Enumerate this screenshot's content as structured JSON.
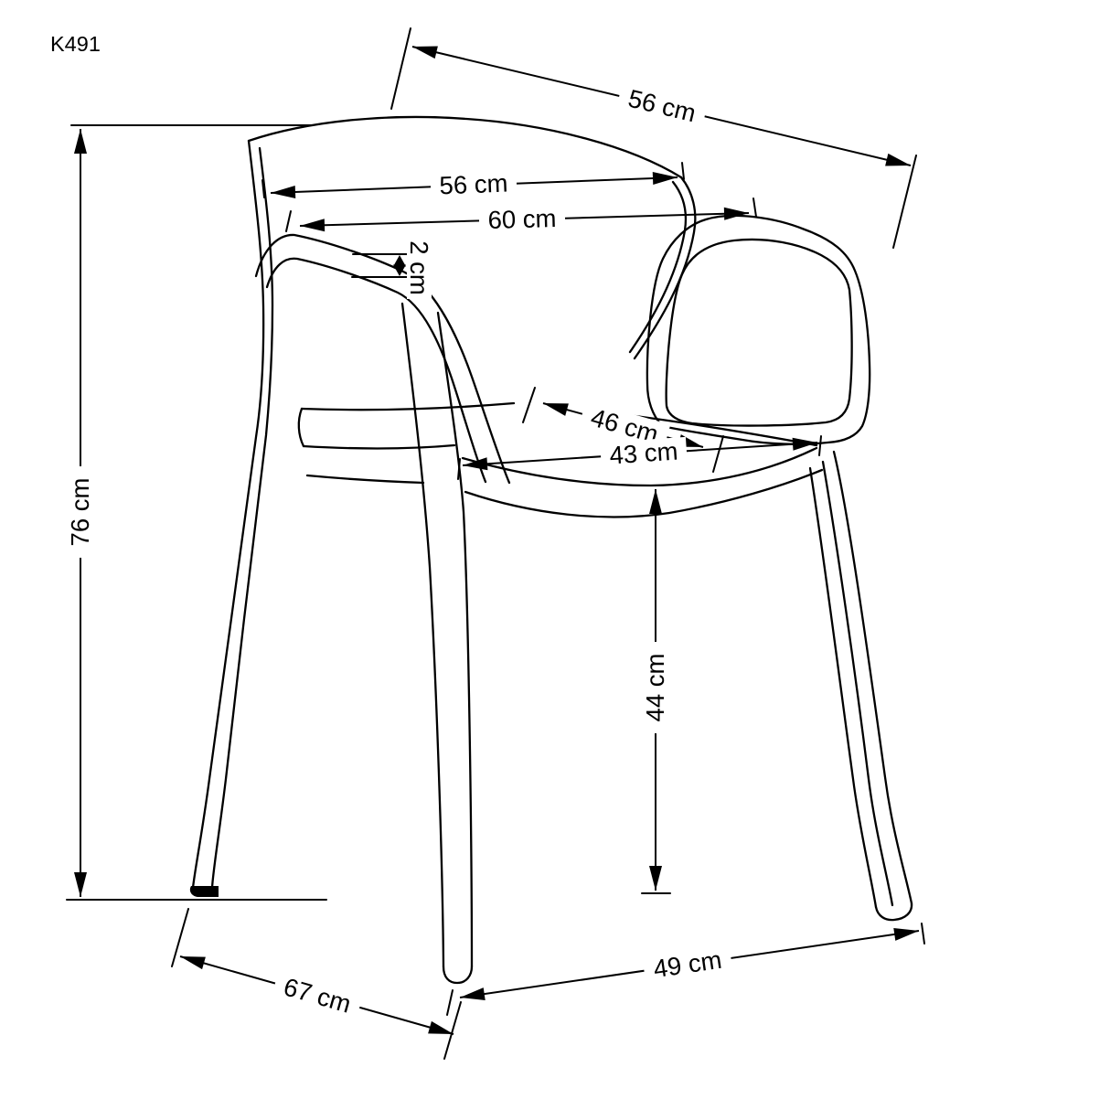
{
  "page": {
    "model_label": "K491",
    "background_color": "#ffffff",
    "line_color": "#000000"
  },
  "dimensions": {
    "overall_height": {
      "label": "76 cm",
      "value": 76,
      "unit": "cm"
    },
    "backrest_top_width": {
      "label": "56 cm",
      "value": 56,
      "unit": "cm"
    },
    "backrest_width": {
      "label": "56 cm",
      "value": 56,
      "unit": "cm"
    },
    "overall_width": {
      "label": "60 cm",
      "value": 60,
      "unit": "cm"
    },
    "armrest_thickness": {
      "label": "2 cm",
      "value": 2,
      "unit": "cm"
    },
    "seat_depth": {
      "label": "46 cm",
      "value": 46,
      "unit": "cm"
    },
    "seat_width": {
      "label": "43 cm",
      "value": 43,
      "unit": "cm"
    },
    "seat_height": {
      "label": "44 cm",
      "value": 44,
      "unit": "cm"
    },
    "base_depth_front": {
      "label": "49 cm",
      "value": 49,
      "unit": "cm"
    },
    "base_depth_side": {
      "label": "67 cm",
      "value": 67,
      "unit": "cm"
    }
  }
}
